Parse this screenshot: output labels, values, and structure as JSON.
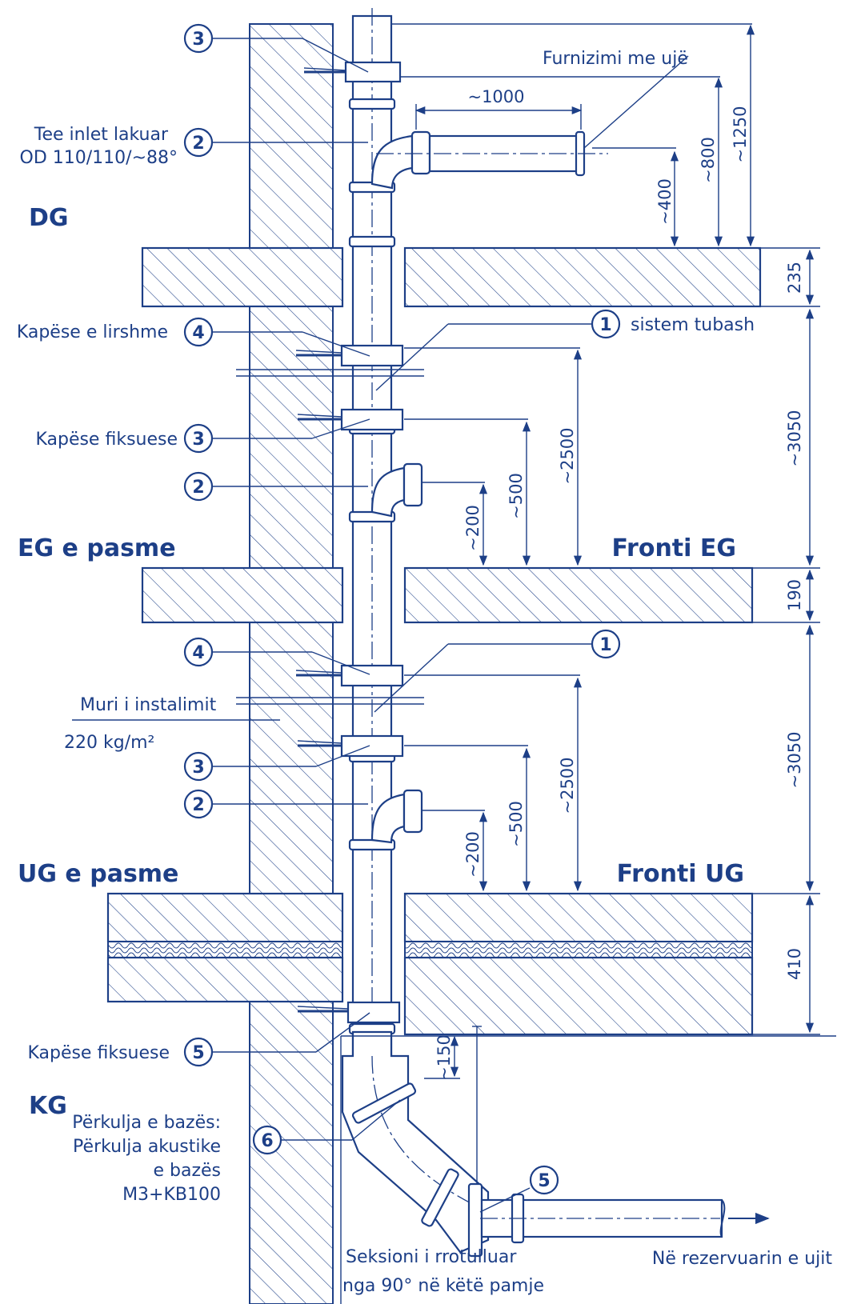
{
  "levels": {
    "dg": "DG",
    "eg_back": "EG e pasme",
    "eg_front": "Fronti EG",
    "ug_back": "UG e pasme",
    "ug_front": "Fronti UG",
    "kg": "KG"
  },
  "labels": {
    "water_supply": "Furnizimi me ujë",
    "tee_line1": "Tee inlet lakuar",
    "tee_line2": "OD 110/110/~88°",
    "loose_clamp": "Kapëse e lirshme",
    "pipe_system": "sistem tubash",
    "fixing_clamp": "Kapëse fiksuese",
    "wall_name": "Muri i instalimit",
    "wall_mass": "220 kg/m²",
    "fixing_clamp_kg": "Kapëse fiksuese",
    "bend_line1": "Përkulja e bazës:",
    "bend_line2": "Përkulja akustike",
    "bend_line3": "e bazës",
    "bend_line4": "M3+KB100",
    "to_tank": "Në rezervuarin e ujit",
    "rotated_line1": "Seksioni i rrotulluar",
    "rotated_line2": "nga 90° në këtë pamje"
  },
  "callouts": {
    "c1": "1",
    "c2": "2",
    "c3": "3",
    "c4": "4",
    "c5": "5",
    "c6": "6"
  },
  "dimensions": {
    "d1000": "~1000",
    "d1250": "~1250",
    "d800": "~800",
    "d400": "~400",
    "d235": "235",
    "d3050": "~3050",
    "d2500": "~2500",
    "d500": "~500",
    "d200": "~200",
    "d190": "190",
    "d410": "410",
    "d150": "~150"
  },
  "colors": {
    "line": "#1d3f87",
    "background": "#ffffff"
  }
}
